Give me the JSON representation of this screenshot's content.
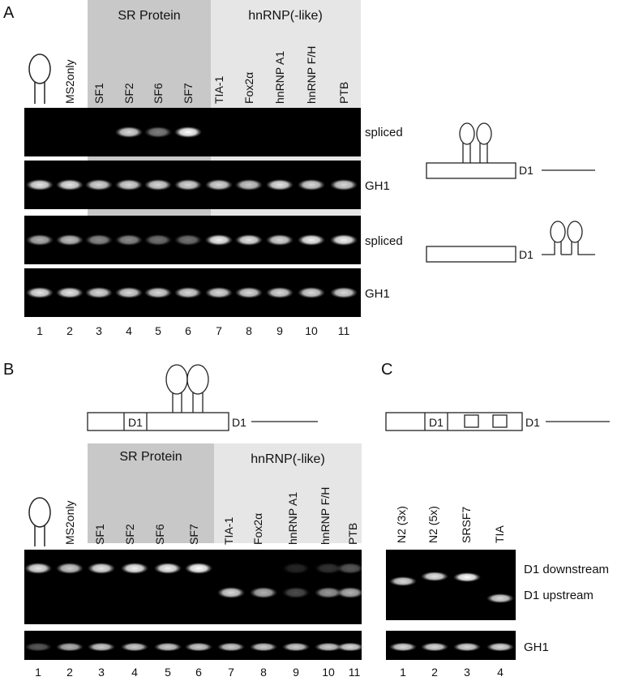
{
  "panels": {
    "A": {
      "letter": "A",
      "groups": [
        "SR Protein",
        "hnRNP(-like)"
      ],
      "lanes": [
        "MS2only",
        "SF1",
        "SF2",
        "SF6",
        "SF7",
        "TIA-1",
        "Fox2α",
        "hnRNP A1",
        "hnRNP F/H",
        "PTB"
      ],
      "lane_numbers": [
        "1",
        "2",
        "3",
        "4",
        "5",
        "6",
        "7",
        "8",
        "9",
        "10",
        "11"
      ],
      "rows": [
        "spliced",
        "GH1",
        "spliced",
        "GH1"
      ],
      "d1_label": "D1",
      "band_intensity": {
        "row1": [
          0,
          0,
          0,
          0.85,
          0.5,
          1.0,
          0,
          0,
          0,
          0,
          0
        ],
        "row2": [
          0.9,
          0.9,
          0.85,
          0.85,
          0.85,
          0.85,
          0.85,
          0.8,
          0.9,
          0.85,
          0.85
        ],
        "row3": [
          0.7,
          0.75,
          0.55,
          0.55,
          0.45,
          0.45,
          0.95,
          0.9,
          0.85,
          0.95,
          0.95
        ],
        "row4": [
          0.9,
          0.9,
          0.85,
          0.85,
          0.85,
          0.85,
          0.85,
          0.85,
          0.85,
          0.85,
          0.85
        ]
      }
    },
    "B": {
      "letter": "B",
      "groups": [
        "SR Protein",
        "hnRNP(-like)"
      ],
      "lanes": [
        "MS2only",
        "SF1",
        "SF2",
        "SF6",
        "SF7",
        "TIA-1",
        "Fox2α",
        "hnRNP A1",
        "hnRNP F/H",
        "PTB"
      ],
      "lane_numbers": [
        "1",
        "2",
        "3",
        "4",
        "5",
        "6",
        "7",
        "8",
        "9",
        "10",
        "11"
      ],
      "d1_box": "D1",
      "d1_label": "D1",
      "band_intensity": {
        "upper": [
          0.9,
          0.8,
          0.9,
          0.95,
          0.95,
          1.0,
          0,
          0,
          0.15,
          0.2,
          0.35
        ],
        "lower": [
          0,
          0,
          0,
          0,
          0,
          0,
          0.85,
          0.7,
          0.3,
          0.6,
          0.7
        ],
        "gh1": [
          0.35,
          0.7,
          0.8,
          0.8,
          0.8,
          0.8,
          0.8,
          0.8,
          0.8,
          0.8,
          0.85
        ]
      }
    },
    "C": {
      "letter": "C",
      "lanes": [
        "N2 (3x)",
        "N2 (5x)",
        "SRSF7",
        "TIA"
      ],
      "lane_numbers": [
        "1",
        "2",
        "3",
        "4"
      ],
      "d1_box": "D1",
      "d1_label": "D1",
      "rows": [
        "D1 downstream",
        "D1 upstream",
        "GH1"
      ],
      "band_intensity": {
        "main": [
          0.85,
          0.9,
          1.0,
          0.85
        ],
        "gh1": [
          0.85,
          0.85,
          0.85,
          0.85
        ]
      }
    }
  }
}
